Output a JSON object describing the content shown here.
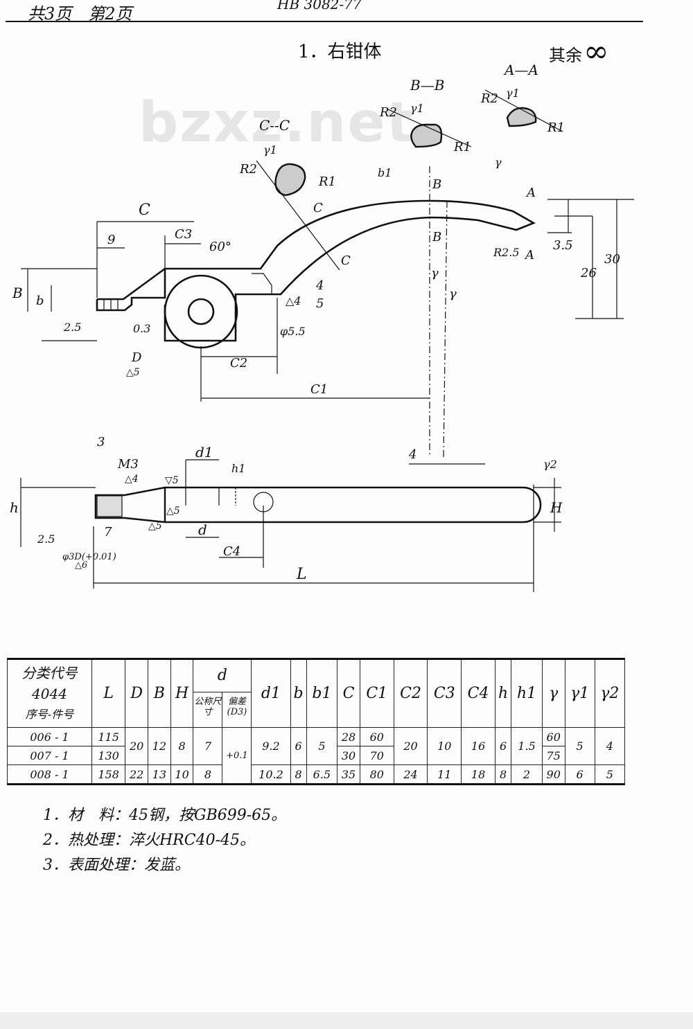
{
  "header": {
    "pages": "共3页　第2页",
    "standard_no": "HB 3082-77",
    "part_title": "1．右钳体",
    "roughness_note": "其余",
    "roughness_symbol": "∞"
  },
  "watermark": "bzxz.net",
  "drawing_labels": {
    "sec_aa": "A—A",
    "sec_bb": "B—B",
    "sec_cc": "C--C",
    "r1": "R1",
    "r2": "R2",
    "gamma1": "γ1",
    "gamma": "γ",
    "gamma2": "γ2",
    "A": "A",
    "B": "B",
    "C": "C",
    "b1": "b1",
    "b": "b",
    "B_dim": "B",
    "C_dim": "C",
    "C1": "C1",
    "C2": "C2",
    "C3": "C3",
    "C4": "C4",
    "nine": "9",
    "sixty_deg": "60°",
    "three_five": "3.5",
    "twenty_six": "26",
    "thirty": "30",
    "r25": "R2.5",
    "five": "5",
    "four": "4",
    "tri4": "△4",
    "phi55": "φ5.5",
    "twofive": "2.5",
    "zerothree": "0.3",
    "D": "D",
    "tri5": "△5",
    "three": "3",
    "M3": "M3",
    "d1": "d1",
    "h1": "h1",
    "h": "h",
    "H": "H",
    "d": "d",
    "seven": "7",
    "L": "L",
    "tri5b": "▽5",
    "phi3D": "φ3D(+0.01)",
    "tri6": "△6"
  },
  "table": {
    "class_code_label": "分类代号",
    "class_code": "4044",
    "seq_label": "序号-件号",
    "headers": [
      "L",
      "D",
      "B",
      "H",
      "d",
      "d1",
      "b",
      "b1",
      "C",
      "C1",
      "C2",
      "C3",
      "C4",
      "h",
      "h1",
      "γ",
      "γ1",
      "γ2"
    ],
    "d_nominal": "公称尺寸",
    "d_tolerance": "偏差(D3)",
    "rows": [
      {
        "id": "006 - 1",
        "L": "115",
        "C": "28",
        "C1": "60",
        "r": "60"
      },
      {
        "id": "007 - 1",
        "L": "130",
        "C": "30",
        "C1": "70",
        "r": "75"
      },
      {
        "id": "008 - 1",
        "L": "158",
        "D": "22",
        "B": "13",
        "H": "10",
        "d": "8",
        "d1": "10.2",
        "b": "8",
        "b1": "6.5",
        "C": "35",
        "C1": "80",
        "C2": "24",
        "C3": "11",
        "C4": "18",
        "h": "8",
        "h1": "2",
        "r": "90",
        "r1": "6",
        "r2": "5"
      }
    ],
    "shared_006_007": {
      "D": "20",
      "B": "12",
      "H": "8",
      "d": "7",
      "tol": "+0.1",
      "d1": "9.2",
      "b": "6",
      "b1": "5",
      "C2": "20",
      "C3": "10",
      "C4": "16",
      "h": "6",
      "h1": "1.5",
      "r1": "5",
      "r2": "4"
    }
  },
  "notes": [
    "1．材　料：45钢，按GB699-65。",
    "2．热处理：淬火HRC40-45。",
    "3．表面处理：发蓝。"
  ]
}
